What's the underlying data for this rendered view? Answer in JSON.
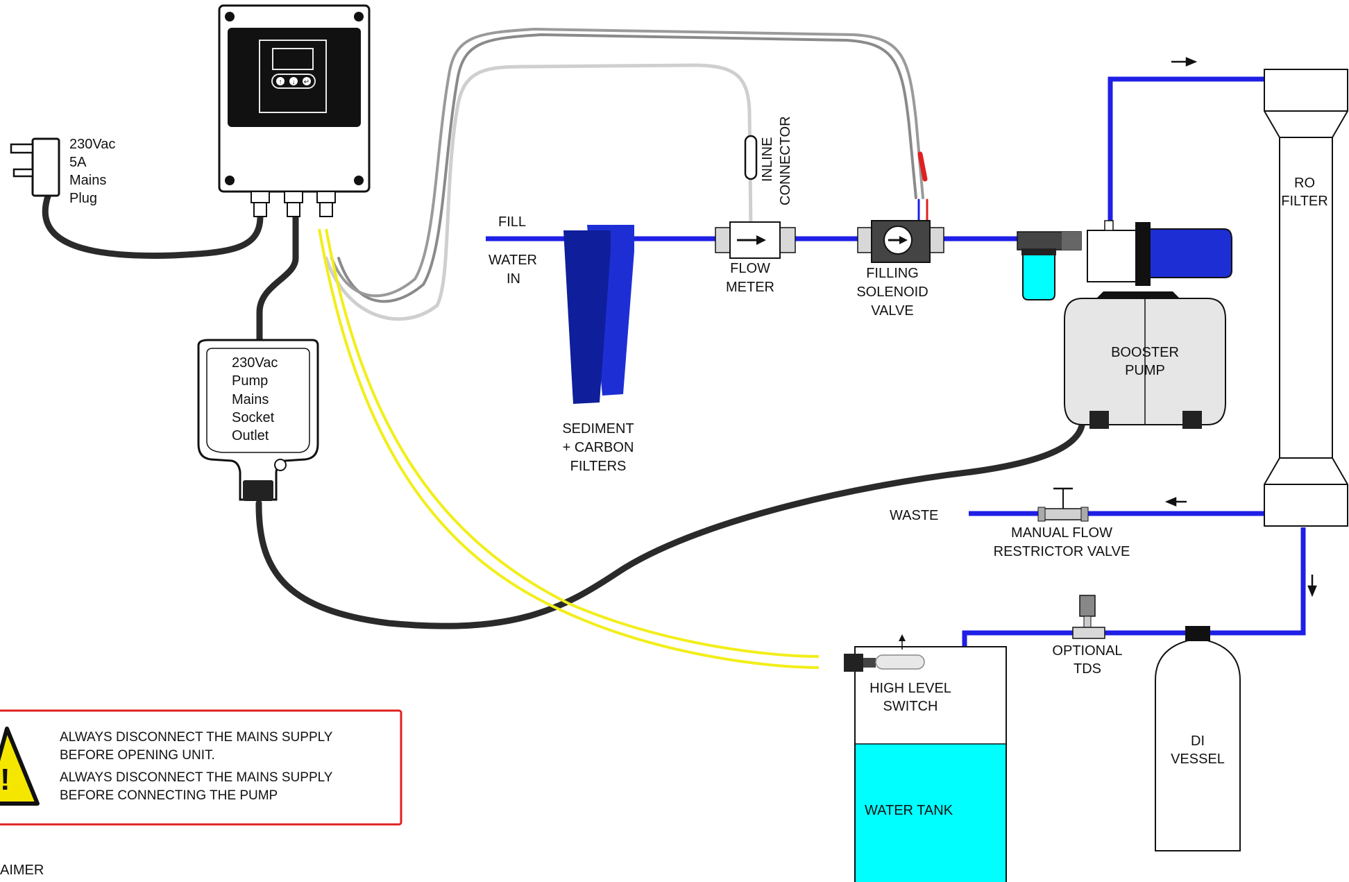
{
  "labels": {
    "plug": [
      "230Vac",
      "5A",
      "Mains",
      "Plug"
    ],
    "socket": [
      "230Vac",
      "Pump",
      "Mains",
      "Socket",
      "Outlet"
    ],
    "fill": "FILL",
    "water_in": [
      "WATER",
      "IN"
    ],
    "filters": [
      "SEDIMENT",
      "+ CARBON",
      "FILTERS"
    ],
    "flow_meter": [
      "FLOW",
      "METER"
    ],
    "inline_connector": [
      "INLINE",
      "CONNECTOR"
    ],
    "solenoid": [
      "FILLING",
      "SOLENOID",
      "VALVE"
    ],
    "booster_pump": [
      "BOOSTER",
      "PUMP"
    ],
    "ro_filter": [
      "RO",
      "FILTER"
    ],
    "waste": "WASTE",
    "restrictor": [
      "MANUAL FLOW",
      "RESTRICTOR VALVE"
    ],
    "tds": [
      "OPTIONAL",
      "TDS"
    ],
    "high_level": [
      "HIGH LEVEL",
      "SWITCH"
    ],
    "water_tank": "WATER TANK",
    "di_vessel": [
      "DI",
      "VESSEL"
    ]
  },
  "warning": {
    "line1": "ALWAYS DISCONNECT THE MAINS SUPPLY",
    "line2": "BEFORE OPENING UNIT.",
    "line3": "ALWAYS DISCONNECT THE MAINS SUPPLY",
    "line4": "BEFORE CONNECTING THE PUMP"
  },
  "footer_text": "AIMER",
  "controller_buttons": [
    "↑",
    "↓",
    "↵"
  ],
  "colors": {
    "water_line": "#1f1fe6",
    "cable_black": "#2a2a2a",
    "cable_yellow": "#f2ee1a",
    "cable_grey": "#8a8a8a",
    "tank_water": "#00ffff",
    "filter_blue": "#1d2fd4",
    "warning_border": "#e02020",
    "warning_yellow": "#f5e600"
  }
}
